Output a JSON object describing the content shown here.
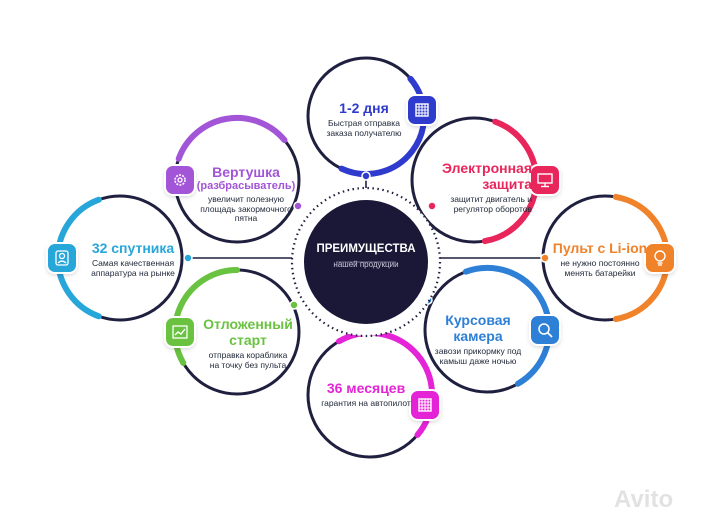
{
  "center": {
    "title": "ПРЕИМУЩЕСТВА",
    "subtitle": "нашей продукции"
  },
  "colors": {
    "navy": "#1f1f3f",
    "dot": "#1f1f3f"
  },
  "features": [
    {
      "id": "delivery",
      "title": "1-2 дня",
      "subtitle": "",
      "desc": "Быстрая отправка\nзаказа получателю",
      "color": "#2f3bcd",
      "icon": "grid-icon"
    },
    {
      "id": "electronic",
      "title": "Электронная\nзащита",
      "subtitle": "",
      "desc": "защитит двигатель и\nрегулятор оборотов",
      "color": "#e8265c",
      "icon": "monitor-icon"
    },
    {
      "id": "liion",
      "title": "Пульт с Li-ion",
      "subtitle": "",
      "desc": "не нужно постоянно\nменять батарейки",
      "color": "#f0822a",
      "icon": "bulb-icon"
    },
    {
      "id": "camera",
      "title": "Курсовая\nкамера",
      "subtitle": "",
      "desc": "завози прикормку под\nкамыш даже ночью",
      "color": "#2e7fd6",
      "icon": "search-icon"
    },
    {
      "id": "warranty",
      "title": "36 месяцев",
      "subtitle": "",
      "desc": "гарантия на автопилот",
      "color": "#e424d6",
      "icon": "grid-icon"
    },
    {
      "id": "delayed",
      "title": "Отложенный\nстарт",
      "subtitle": "",
      "desc": "отправка кораблика\nна точку без пульта",
      "color": "#69c240",
      "icon": "chart-icon"
    },
    {
      "id": "gps",
      "title": "32 спутника",
      "subtitle": "",
      "desc": "Самая качественная\nаппаратура на рынке",
      "color": "#27a6d9",
      "icon": "user-icon"
    },
    {
      "id": "spinner",
      "title": "Вертушка",
      "subtitle": "(разбрасыватель)",
      "desc": "увеличит полезную\nплощадь закормочного\nпятна",
      "color": "#a255d6",
      "icon": "gear-icon"
    }
  ],
  "watermark": "Avito"
}
